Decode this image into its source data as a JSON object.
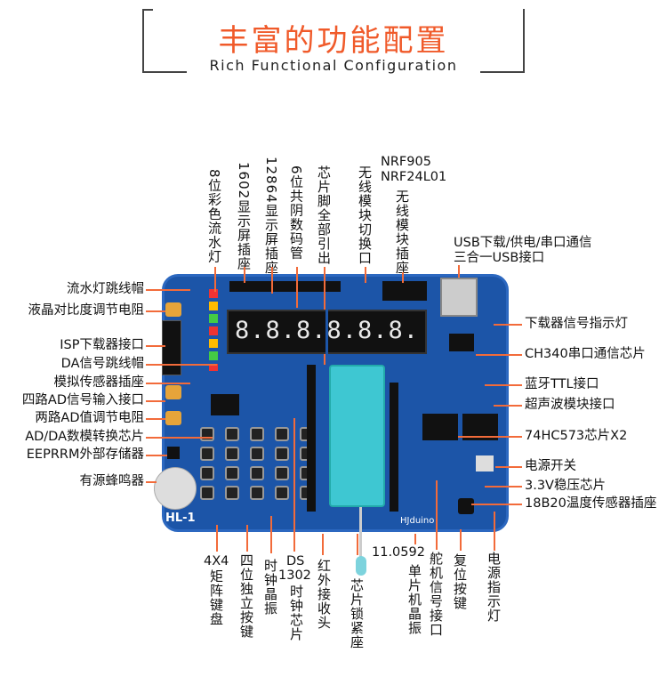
{
  "header": {
    "title": "丰富的功能配置",
    "subtitle": "Rich  Functional  Configuration"
  },
  "board": {
    "model": "HL-1",
    "brand": "HJduino",
    "display_digits": "8.8.8.8.8.8."
  },
  "colors": {
    "accent": "#f05a2a",
    "arrow": "#f26b3a",
    "board": "#1c55a8"
  },
  "left_labels": [
    "流水灯跳线帽",
    "液晶对比度调节电阻",
    "ISP下载器接口",
    "DA信号跳线帽",
    "模拟传感器插座",
    "四路AD信号输入接口",
    "两路AD值调节电阻",
    "AD/DA数模转换芯片",
    "EEPRRM外部存储器",
    "有源蜂鸣器"
  ],
  "top_labels": [
    "8位彩色流水灯",
    "1602显示屏插座",
    "12864显示屏插座",
    "6位共阴数码管",
    "芯片脚全部引出",
    "无线模块切换口",
    "无线模块插座"
  ],
  "nrf": [
    "NRF905",
    "NRF24L01"
  ],
  "right_labels": {
    "usb": [
      "USB下载/供电/串口通信",
      "三合一USB接口"
    ],
    "items": [
      "下载器信号指示灯",
      "CH340串口通信芯片",
      "蓝牙TTL接口",
      "超声波模块接口",
      "74HC573芯片X2",
      "电源开关",
      "3.3V稳压芯片",
      "18B20温度传感器插座"
    ]
  },
  "bottom": {
    "matrix_top": "4X4",
    "matrix": "矩阵键盘",
    "indep": "四位独立按键",
    "crystal": "时钟晶振",
    "ds_top": "DS",
    "ds_mid": "1302",
    "ds": "时钟芯片",
    "ir": "红外接收头",
    "zif": "芯片锁紧座",
    "freq": "11.0592",
    "mcu_crystal": "单片机晶振",
    "servo": "舵机信号接口",
    "reset": "复位按键",
    "power_led": "电源指示灯"
  }
}
